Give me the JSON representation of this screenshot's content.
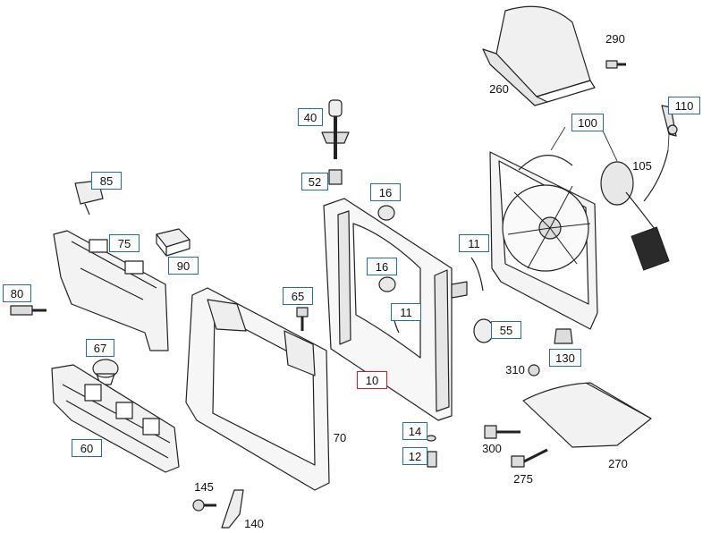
{
  "diagram": {
    "accent_color": "#1f6fa8",
    "selected_color": "#e0141e",
    "callouts": {
      "c290": "290",
      "c260": "260",
      "c110": "110",
      "c100": "100",
      "c105": "105",
      "c40": "40",
      "c85": "85",
      "c52": "52",
      "c16a": "16",
      "c75": "75",
      "c90": "90",
      "c11a": "11",
      "c16b": "16",
      "c80": "80",
      "c65": "65",
      "c11b": "11",
      "c55": "55",
      "c67": "67",
      "c130": "130",
      "c310": "310",
      "c10": "10",
      "c70": "70",
      "c14": "14",
      "c60": "60",
      "c300": "300",
      "c12": "12",
      "c270": "270",
      "c275": "275",
      "c145": "145",
      "c140": "140"
    }
  }
}
